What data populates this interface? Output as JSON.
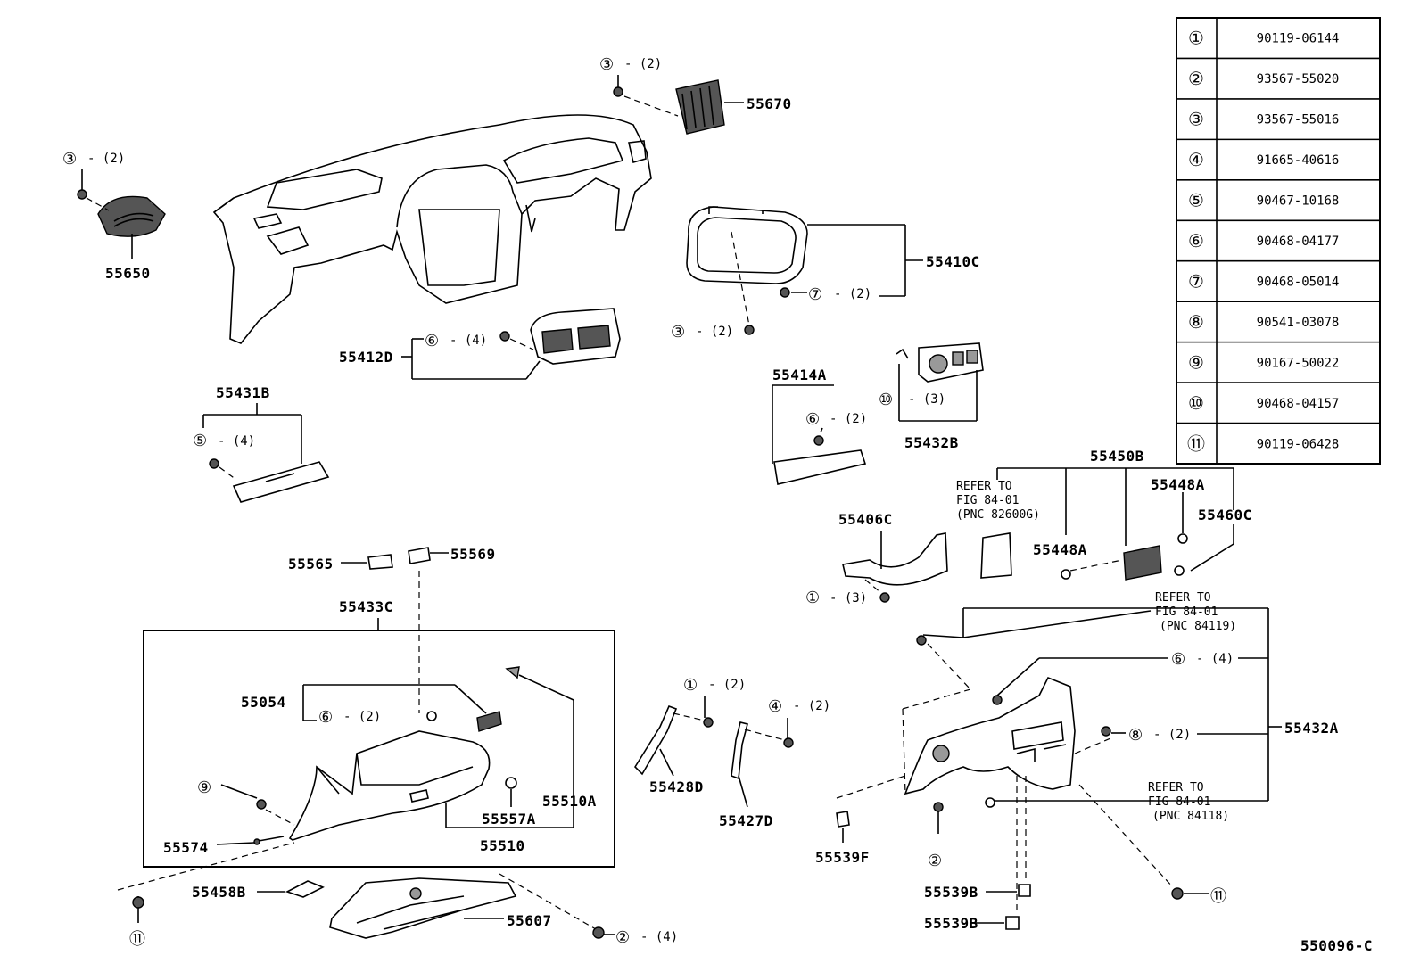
{
  "parts_table": [
    {
      "key": "①",
      "number": "90119-06144"
    },
    {
      "key": "②",
      "number": "93567-55020"
    },
    {
      "key": "③",
      "number": "93567-55016"
    },
    {
      "key": "④",
      "number": "91665-40616"
    },
    {
      "key": "⑤",
      "number": "90467-10168"
    },
    {
      "key": "⑥",
      "number": "90468-04177"
    },
    {
      "key": "⑦",
      "number": "90468-05014"
    },
    {
      "key": "⑧",
      "number": "90541-03078"
    },
    {
      "key": "⑨",
      "number": "90167-50022"
    },
    {
      "key": "⑩",
      "number": "90468-04157"
    },
    {
      "key": "⑪",
      "number": "90119-06428"
    }
  ],
  "labels": {
    "p55670": "55670",
    "p55650": "55650",
    "p55410C": "55410C",
    "p55412D": "55412D",
    "p55431B": "55431B",
    "p55414A": "55414A",
    "p55432B": "55432B",
    "p55450B": "55450B",
    "p55448A_a": "55448A",
    "p55448A_b": "55448A",
    "p55460C": "55460C",
    "p55406C": "55406C",
    "p55565": "55565",
    "p55569": "55569",
    "p55433C": "55433C",
    "p55054": "55054",
    "p55510A": "55510A",
    "p55557A": "55557A",
    "p55510": "55510",
    "p55574": "55574",
    "p55428D": "55428D",
    "p55427D": "55427D",
    "p55432A": "55432A",
    "p55539F": "55539F",
    "p55539B_a": "55539B",
    "p55539B_b": "55539B",
    "p55458B": "55458B",
    "p55607": "55607",
    "figure_id": "550096-C"
  },
  "refer": {
    "a": [
      "REFER TO",
      "FIG 84-01",
      "(PNC 82600G)"
    ],
    "b": [
      "REFER TO",
      "FIG 84-01",
      "(PNC 84119)"
    ],
    "c": [
      "REFER TO",
      "FIG 84-01",
      "(PNC 84118)"
    ]
  },
  "callouts": {
    "c1": {
      "key": "③",
      "qty": "- (2)"
    },
    "c2": {
      "key": "③",
      "qty": "- (2)"
    },
    "c3": {
      "key": "⑦",
      "qty": "- (2)"
    },
    "c4": {
      "key": "③",
      "qty": "- (2)"
    },
    "c5": {
      "key": "⑥",
      "qty": "- (4)"
    },
    "c6": {
      "key": "⑤",
      "qty": "- (4)"
    },
    "c7": {
      "key": "⑥",
      "qty": "- (2)"
    },
    "c8": {
      "key": "⑩",
      "qty": "- (3)"
    },
    "c9": {
      "key": "①",
      "qty": "- (3)"
    },
    "c10": {
      "key": "⑥",
      "qty": "- (2)"
    },
    "c11": {
      "key": "⑨",
      "qty": ""
    },
    "c12": {
      "key": "①",
      "qty": "- (2)"
    },
    "c13": {
      "key": "④",
      "qty": "- (2)"
    },
    "c14": {
      "key": "⑥",
      "qty": "- (4)"
    },
    "c15": {
      "key": "⑧",
      "qty": "- (2)"
    },
    "c16": {
      "key": "②",
      "qty": ""
    },
    "c17": {
      "key": "⑪",
      "qty": ""
    },
    "c18": {
      "key": "⑪",
      "qty": ""
    },
    "c19": {
      "key": "②",
      "qty": "- (4)"
    }
  }
}
